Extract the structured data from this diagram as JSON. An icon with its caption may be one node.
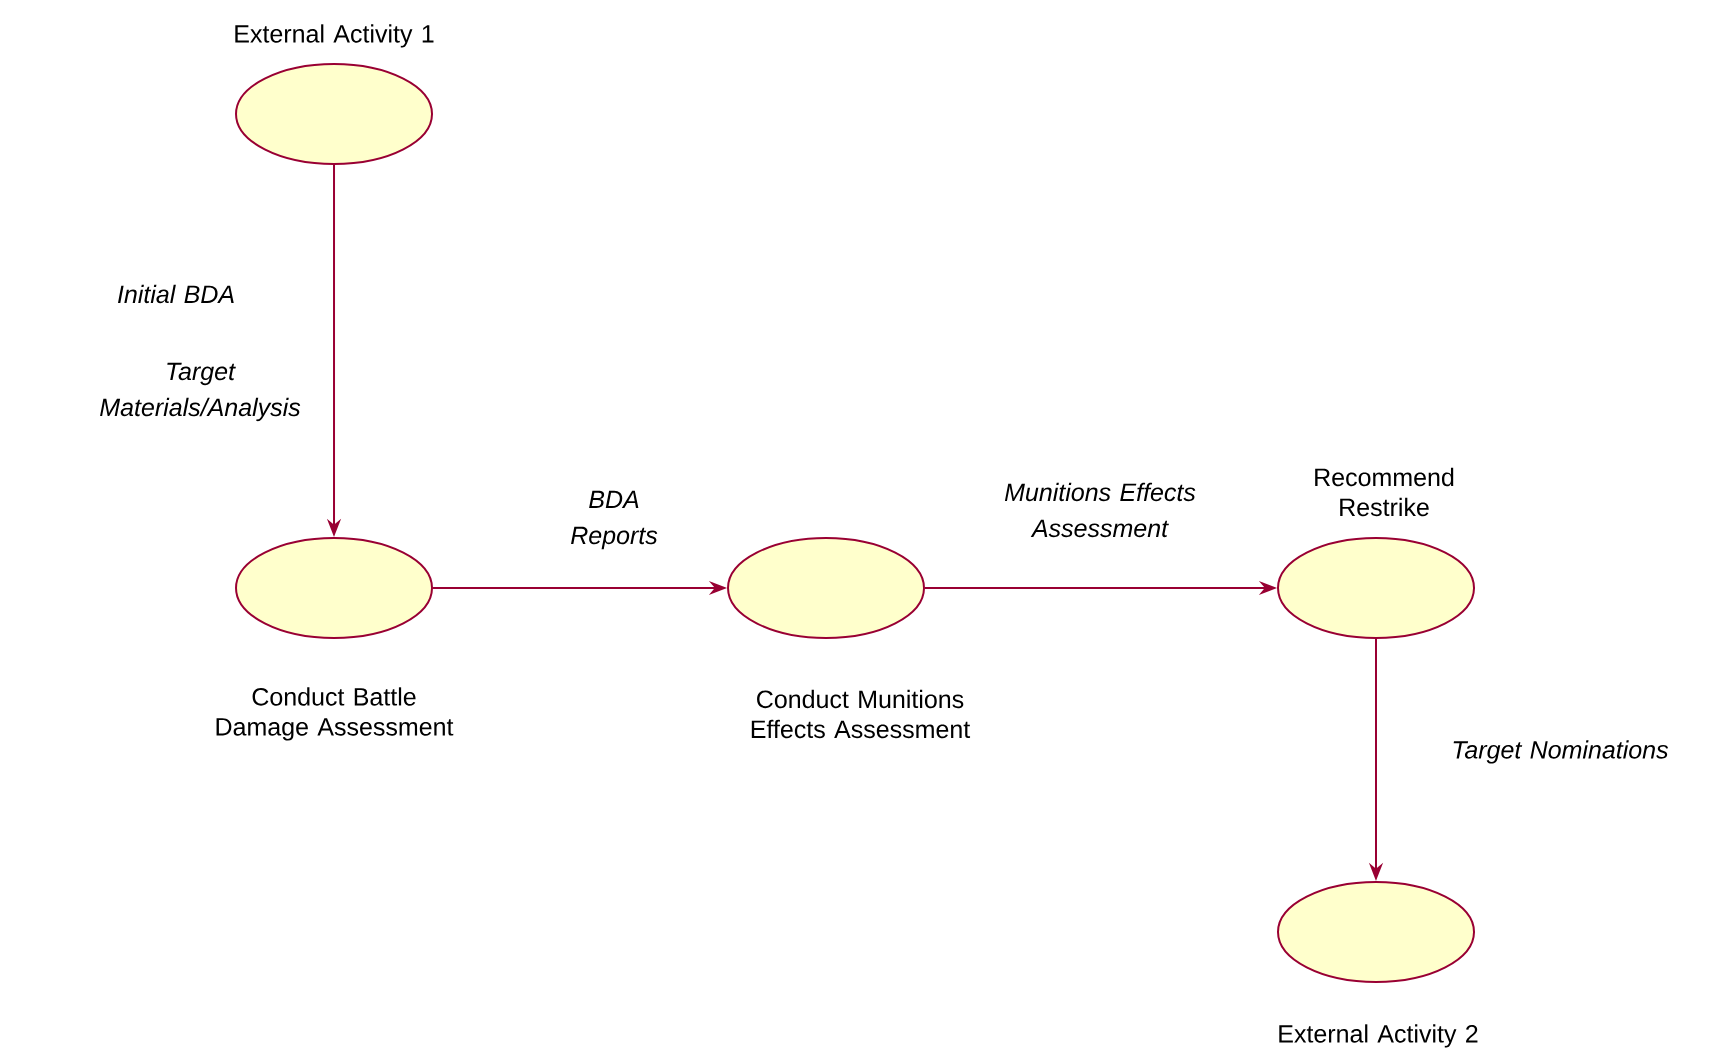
{
  "diagram": {
    "nodes": [
      {
        "text": [
          "External Activity 1"
        ]
      },
      {
        "text": [
          "Conduct Battle Damage Assessment"
        ]
      },
      {
        "text": [
          "Conduct Munitions Effects Assessment"
        ]
      },
      {
        "text": [
          "Recommend Restrike"
        ]
      },
      {
        "text": [
          "External Activity 2"
        ]
      }
    ],
    "edges": [
      {
        "from": 0,
        "to": 1,
        "arrow": "to",
        "label": "Initial BDA"
      },
      {
        "from": 1,
        "to": 2,
        "arrow": "to",
        "label": "BDA Reports"
      },
      {
        "from": 2,
        "to": 3,
        "arrow": "to",
        "label": "Munitions Effects Assessment"
      },
      {
        "from": 3,
        "to": 4,
        "arrow": "to",
        "label": "Target Nominations"
      }
    ],
    "labels": [
      "Target Materials/Analysis"
    ]
  }
}
